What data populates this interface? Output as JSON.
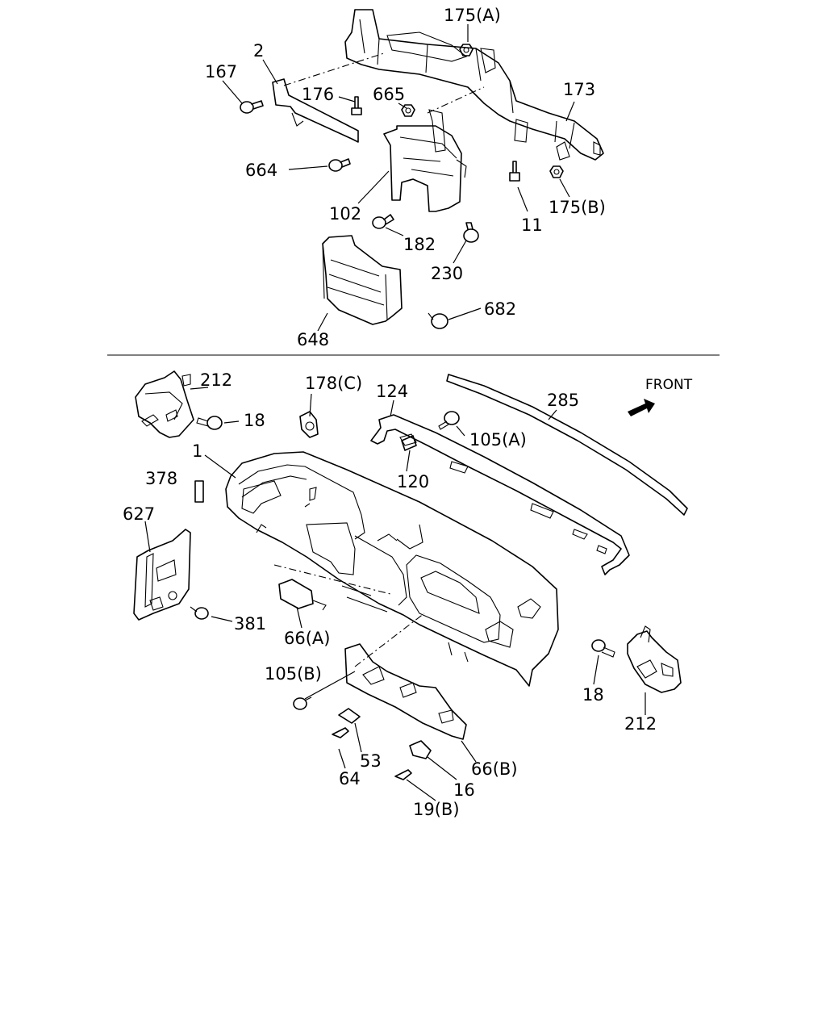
{
  "labels": {
    "l175a": "175(A)",
    "l2": "2",
    "l167": "167",
    "l176": "176",
    "l665": "665",
    "l173": "173",
    "l664": "664",
    "l102": "102",
    "l175b": "175(B)",
    "l11": "11",
    "l182": "182",
    "l230": "230",
    "l682": "682",
    "l648": "648",
    "l212a": "212",
    "l178c": "178(C)",
    "l124": "124",
    "l285": "285",
    "front": "FRONT",
    "l18a": "18",
    "l105a": "105(A)",
    "l1": "1",
    "l378": "378",
    "l120": "120",
    "l627": "627",
    "l381": "381",
    "l66a": "66(A)",
    "l105b": "105(B)",
    "l18b": "18",
    "l212b": "212",
    "l53": "53",
    "l64": "64",
    "l66b": "66(B)",
    "l16": "16",
    "l19b": "19(B)"
  }
}
